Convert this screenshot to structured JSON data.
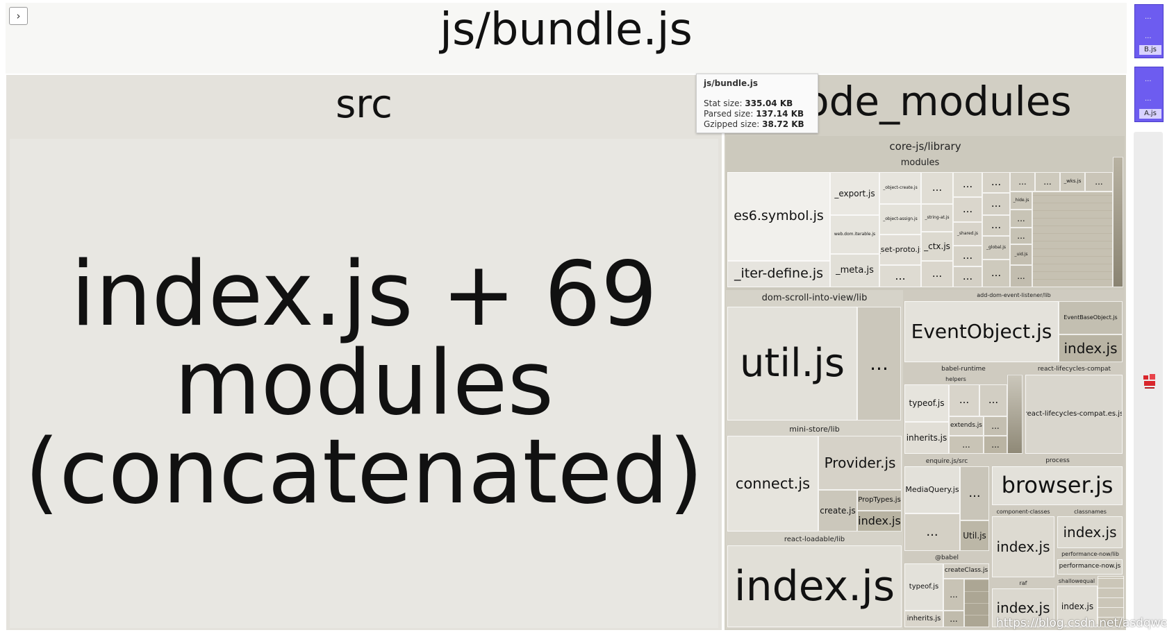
{
  "title": "js/bundle.js",
  "expand_glyph": "›",
  "src": {
    "label": "src",
    "main_module": "index.js + 69 modules (concatenated)"
  },
  "node_modules": {
    "label": "node_modules",
    "core_js": {
      "label": "core-js/library",
      "modules_label": "modules"
    },
    "dom_scroll": {
      "label": "dom-scroll-into-view/lib",
      "util": "util.js",
      "dots": "..."
    },
    "add_dom_event": {
      "label": "add-dom-event-listener/lib",
      "event_object": "EventObject.js",
      "event_base": "EventBaseObject.js",
      "index": "index.js"
    },
    "babel_runtime": {
      "label": "babel-runtime",
      "helpers_label": "helpers",
      "typeof": "typeof.js",
      "extends": "extends.js",
      "inherits": "inherits.js"
    },
    "react_lifecycles": {
      "label": "react-lifecycles-compat",
      "file": "react-lifecycles-compat.es.js"
    },
    "mini_store": {
      "label": "mini-store/lib",
      "connect": "connect.js",
      "provider": "Provider.js",
      "create": "create.js",
      "proptypes": "PropTypes.js",
      "index": "index.js"
    },
    "enquire": {
      "label": "enquire.js/src",
      "mediaquery": "MediaQuery.js",
      "util": "Util.js"
    },
    "process": {
      "label": "process",
      "browser": "browser.js"
    },
    "component_classes": {
      "label": "component-classes",
      "index": "index.js"
    },
    "classnames": {
      "label": "classnames",
      "index": "index.js"
    },
    "performance_now": {
      "label": "performance-now/lib",
      "file": "performance-now.js"
    },
    "react_loadable": {
      "label": "react-loadable/lib",
      "index": "index.js"
    },
    "babel": {
      "label": "@babel",
      "typeof": "typeof.js",
      "create_class": "createClass.js",
      "inherits": "inherits.js"
    },
    "raf": {
      "label": "raf",
      "index": "index.js"
    },
    "shallowequal": {
      "label": "shallowequal",
      "index": "index.js"
    }
  },
  "core_modules": {
    "es6_symbol": "es6.symbol.js",
    "export": "_export.js",
    "object_create": "_object-create.js",
    "object_assign": "_object-assign.js",
    "string_at": "_string-at.js",
    "web_dom_iterable": "web.dom.iterable.js",
    "set_proto": "_set-proto.js",
    "ctx": "_ctx.js",
    "iter_define": "_iter-define.js",
    "meta": "_meta.js",
    "wks": "_wks.js",
    "hide": "_hide.js",
    "shared": "_shared.js",
    "global": "_global.js",
    "uid": "_uid.js",
    "dots": "..."
  },
  "tooltip": {
    "title": "js/bundle.js",
    "stat_label": "Stat size:",
    "stat_value": "335.04 KB",
    "parsed_label": "Parsed size:",
    "parsed_value": "137.14 KB",
    "gzip_label": "Gzipped size:",
    "gzip_value": "38.72 KB"
  },
  "chunks": {
    "b": {
      "label": "B.js",
      "dots": "..."
    },
    "a": {
      "label": "A.js",
      "dots": "..."
    }
  },
  "watermark": "https://blog.csdn.net/asdqwe_zxc"
}
